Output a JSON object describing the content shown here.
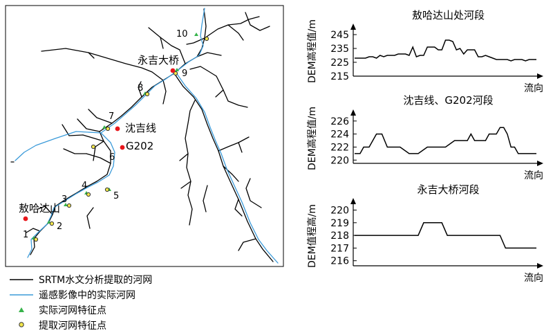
{
  "map": {
    "place_labels": [
      {
        "key": "yongji",
        "text": "永吉大桥"
      },
      {
        "key": "shenji",
        "text": "沈吉线"
      },
      {
        "key": "g202",
        "text": "G202"
      },
      {
        "key": "aoha",
        "text": "敖哈达山"
      }
    ],
    "point_numbers": [
      "1",
      "2",
      "3",
      "4",
      "5",
      "6",
      "7",
      "8",
      "9",
      "10"
    ]
  },
  "legend": {
    "items": [
      {
        "label": "SRTM水文分析提取的河网",
        "symbol": "black-line",
        "color": "#000000"
      },
      {
        "label": "遥感影像中的实际河网",
        "symbol": "blue-line",
        "color": "#3a9ad9"
      },
      {
        "label": "实际河网特征点",
        "symbol": "green-triangle",
        "color": "#37b34a"
      },
      {
        "label": "提取河网特征点",
        "symbol": "yellow-circle",
        "color": "#f2e64c"
      }
    ]
  },
  "colors": {
    "srtm_network": "#000000",
    "actual_network": "#3a9ad9",
    "place_marker": "#e8161b",
    "actual_point": "#37b34a",
    "extracted_point": "#f2e64c"
  },
  "chart_data": [
    {
      "type": "line",
      "title": "敖哈达山处河段",
      "ylabel": "DEM高程值/m",
      "xlabel": "流向",
      "ylim": [
        215,
        247
      ],
      "yticks": [
        245,
        235,
        225,
        215
      ],
      "x": [
        0,
        2,
        4,
        6,
        8,
        10,
        12,
        14,
        16,
        18,
        20,
        22,
        24,
        26,
        28,
        30,
        32,
        34,
        36,
        38,
        40,
        42,
        44,
        46,
        48,
        50,
        52,
        54,
        56,
        58,
        60,
        62,
        64,
        66,
        68,
        70,
        72,
        74,
        76,
        78,
        80,
        82,
        84,
        86,
        88,
        90,
        92,
        94,
        96,
        98,
        100
      ],
      "values": [
        228,
        228,
        228,
        228,
        229,
        229,
        228,
        230,
        229,
        230,
        230,
        230,
        231,
        231,
        231,
        230,
        236,
        229,
        230,
        230,
        236,
        236,
        236,
        234,
        234,
        241,
        241,
        240,
        234,
        235,
        231,
        234,
        234,
        234,
        229,
        229,
        230,
        229,
        228,
        227,
        227,
        227,
        227,
        226,
        227,
        227,
        227,
        226,
        227,
        227,
        227
      ]
    },
    {
      "type": "line",
      "title": "沈吉线、G202河段",
      "ylabel": "DEM高程值/m",
      "xlabel": "流向",
      "ylim": [
        219.5,
        226.3
      ],
      "yticks": [
        226,
        224,
        222,
        220
      ],
      "x": [
        0,
        3,
        5,
        8,
        12,
        15,
        18,
        20,
        25,
        30,
        35,
        40,
        45,
        50,
        55,
        60,
        62,
        64,
        66,
        70,
        72,
        74,
        76,
        78,
        80,
        82,
        84,
        86,
        88,
        90,
        95,
        100
      ],
      "values": [
        221,
        221,
        222,
        222,
        224,
        224,
        222,
        222,
        222,
        221,
        221,
        222,
        222,
        222,
        223,
        223,
        223,
        224,
        223,
        223,
        223,
        224,
        224,
        224,
        225,
        225,
        224,
        222,
        222,
        221,
        221,
        221
      ]
    },
    {
      "type": "line",
      "title": "永吉大桥河段",
      "ylabel": "DEM值程高/m",
      "xlabel": "流向",
      "ylim": [
        215.6,
        220.3
      ],
      "yticks": [
        220,
        219,
        218,
        217,
        216
      ],
      "x": [
        0,
        35,
        38,
        48,
        51,
        80,
        83,
        100
      ],
      "values": [
        218,
        218,
        219,
        219,
        218,
        218,
        217,
        217
      ]
    }
  ]
}
